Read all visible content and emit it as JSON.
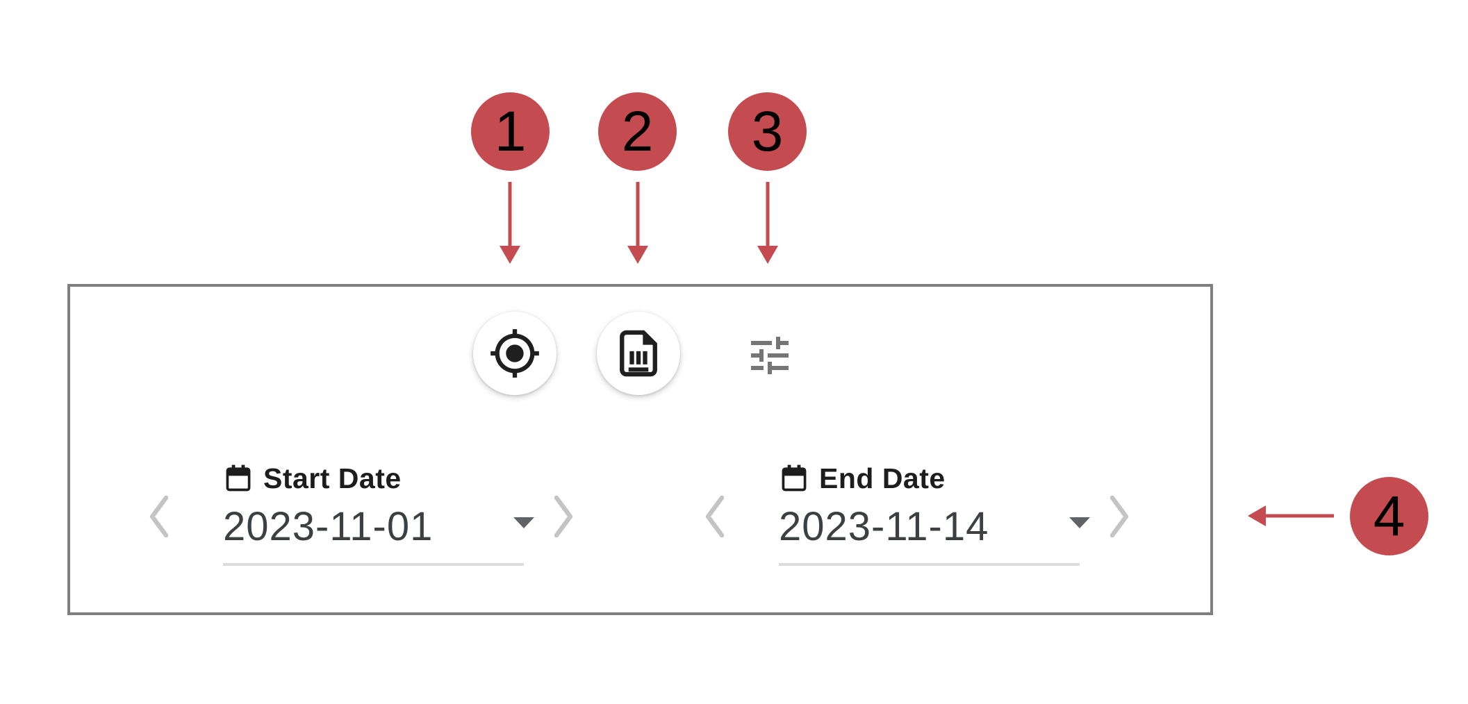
{
  "annotations": {
    "markers": [
      {
        "label": "1"
      },
      {
        "label": "2"
      },
      {
        "label": "3"
      },
      {
        "label": "4"
      }
    ]
  },
  "panel": {
    "toolbar": {
      "buttons": [
        {
          "icon": "my-location-icon"
        },
        {
          "icon": "report-document-icon"
        },
        {
          "icon": "tune-sliders-icon"
        }
      ]
    },
    "date_range": {
      "start": {
        "label": "Start Date",
        "value": "2023-11-01"
      },
      "end": {
        "label": "End Date",
        "value": "2023-11-14"
      }
    }
  },
  "colors": {
    "annotation": "#c44b50",
    "panel_border": "#7f7f7f",
    "icon": "#1f1f1f",
    "tune_icon": "#757575",
    "chevron": "#c4c4c4",
    "caret": "#5f6368",
    "label_text": "#1d1d1d",
    "value_text": "#3c4043",
    "underline": "#dcdcdc"
  }
}
